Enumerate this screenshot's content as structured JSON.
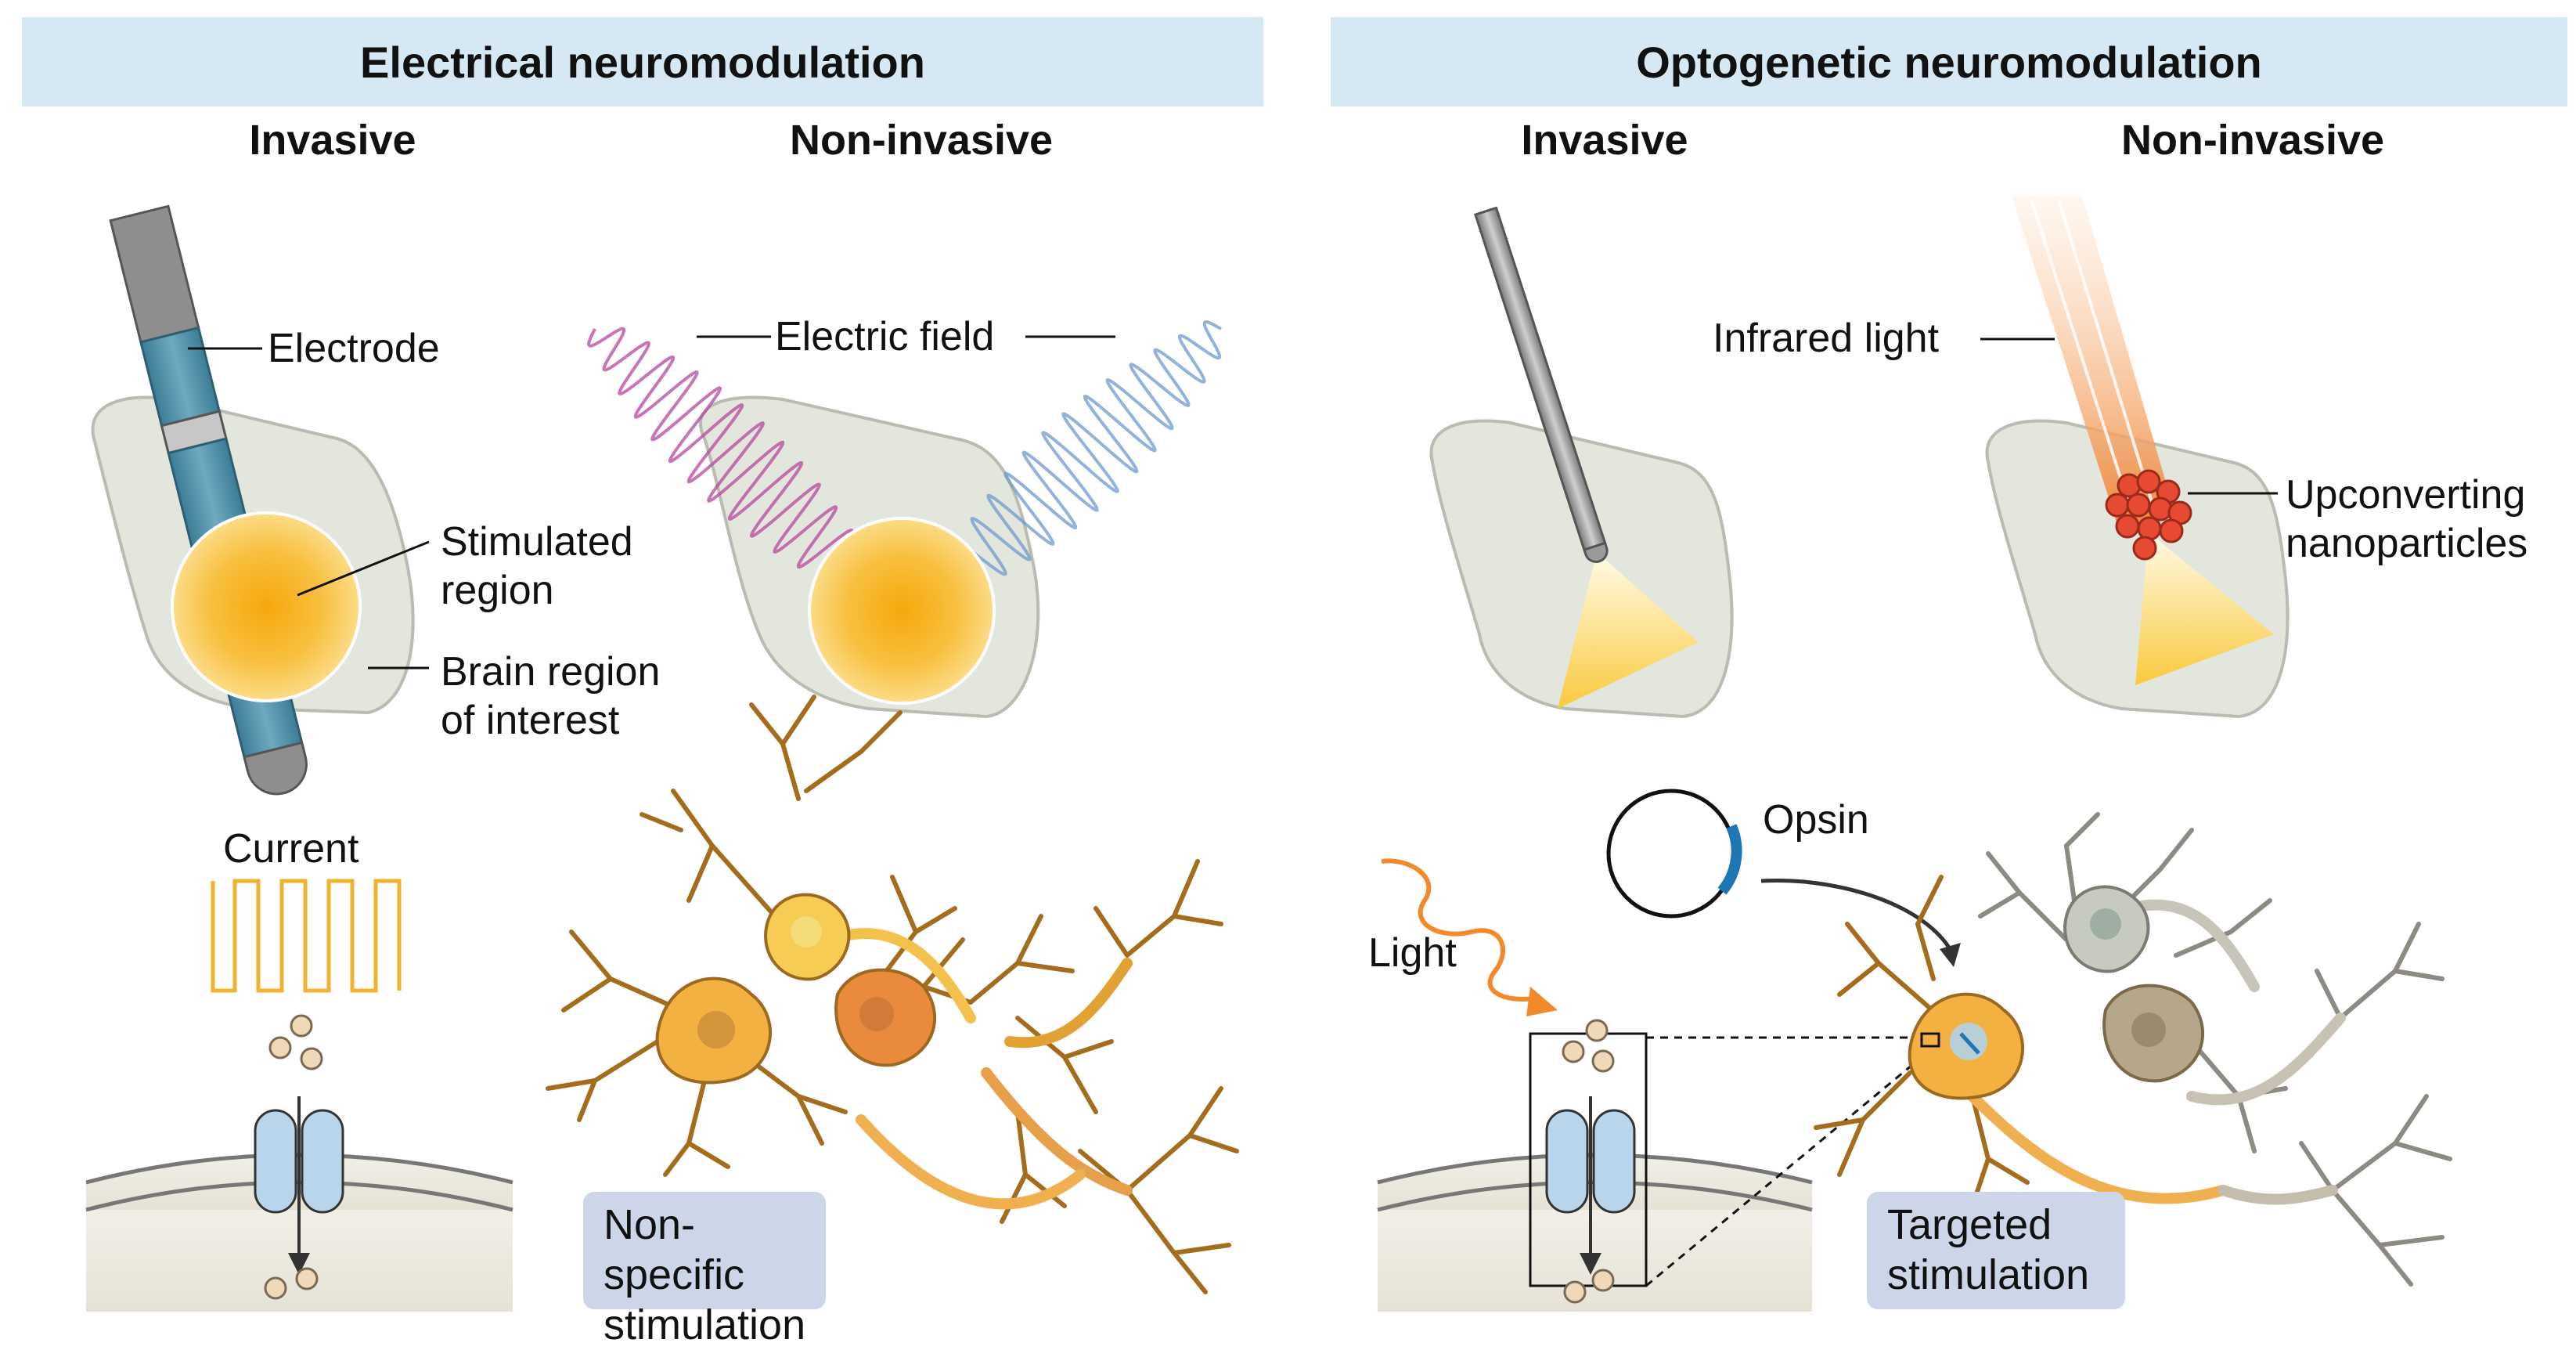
{
  "panels": {
    "electrical": {
      "title": "Electrical neuromodulation",
      "invasive": "Invasive",
      "noninvasive": "Non-invasive",
      "electrode": "Electrode",
      "stimulated_line1": "Stimulated",
      "stimulated_line2": "region",
      "brain_line1": "Brain region",
      "brain_line2": "of interest",
      "electric_field": "Electric field",
      "current": "Current",
      "box_line1": "Non-specific",
      "box_line2": "stimulation"
    },
    "optogenetic": {
      "title": "Optogenetic neuromodulation",
      "invasive": "Invasive",
      "noninvasive": "Non-invasive",
      "infrared": "Infrared light",
      "ucnp_line1": "Upconverting",
      "ucnp_line2": "nanoparticles",
      "opsin": "Opsin",
      "light": "Light",
      "box_line1": "Targeted",
      "box_line2": "stimulation"
    }
  },
  "colors": {
    "banner": "#d6e8f3",
    "brain": "#e3e6dc",
    "glow": "#f6b21c",
    "neuron": "#e8a43a",
    "ion_channel": "#b9d5ec",
    "label_box": "#cdd6e9",
    "opsin": "#1d77b5"
  }
}
